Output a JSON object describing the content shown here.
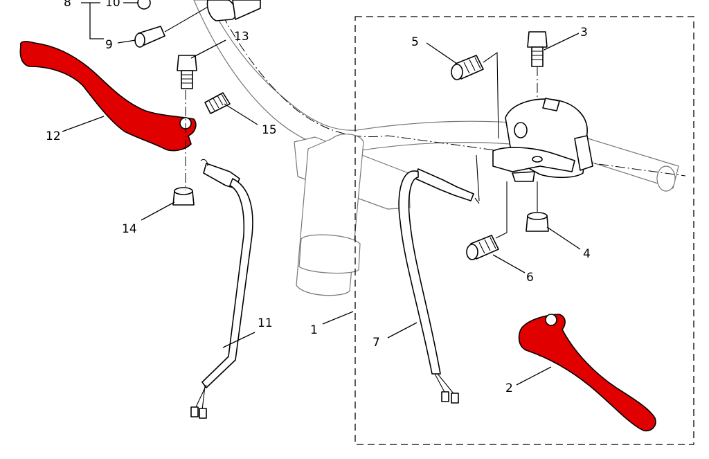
{
  "colors": {
    "highlight": "#e00000",
    "line": "#000000",
    "ghost": "#777777"
  },
  "callouts": {
    "c1": "1",
    "c2": "2",
    "c3": "3",
    "c4": "4",
    "c5": "5",
    "c6": "6",
    "c7": "7",
    "c8": "8",
    "c9": "9",
    "c10": "10",
    "c11": "11",
    "c12": "12",
    "c13": "13",
    "c14": "14",
    "c15": "15"
  }
}
